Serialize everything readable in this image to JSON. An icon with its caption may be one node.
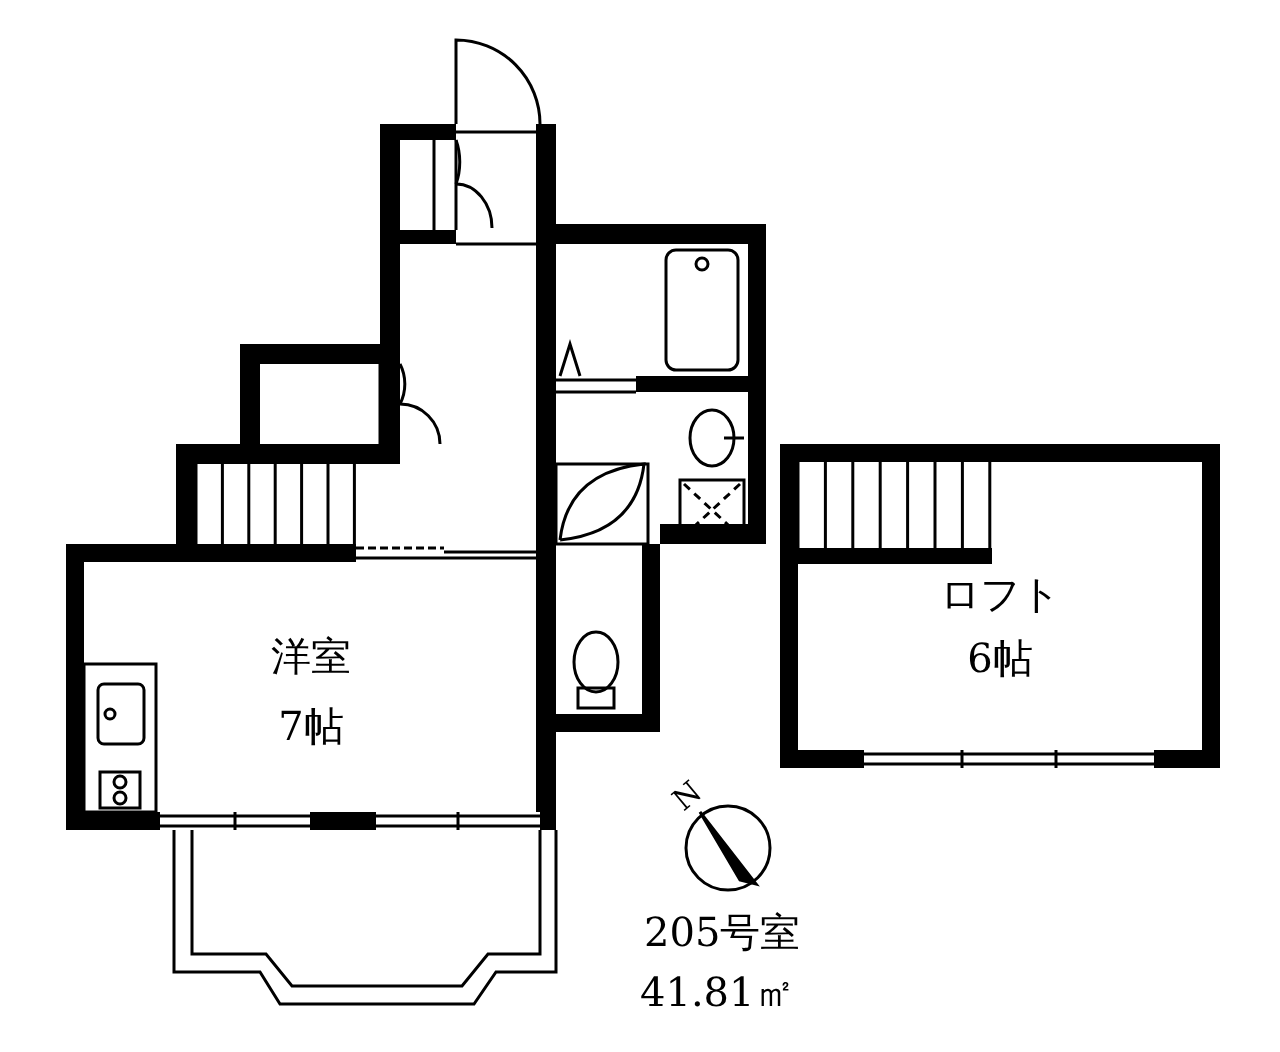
{
  "diagram": {
    "nodes": [
      {
        "text": [
          "洋室",
          "7帖"
        ]
      },
      {
        "text": [
          "ロフト",
          "6帖"
        ]
      }
    ],
    "labels": [
      "N",
      "205号室",
      "41.81㎡"
    ]
  }
}
